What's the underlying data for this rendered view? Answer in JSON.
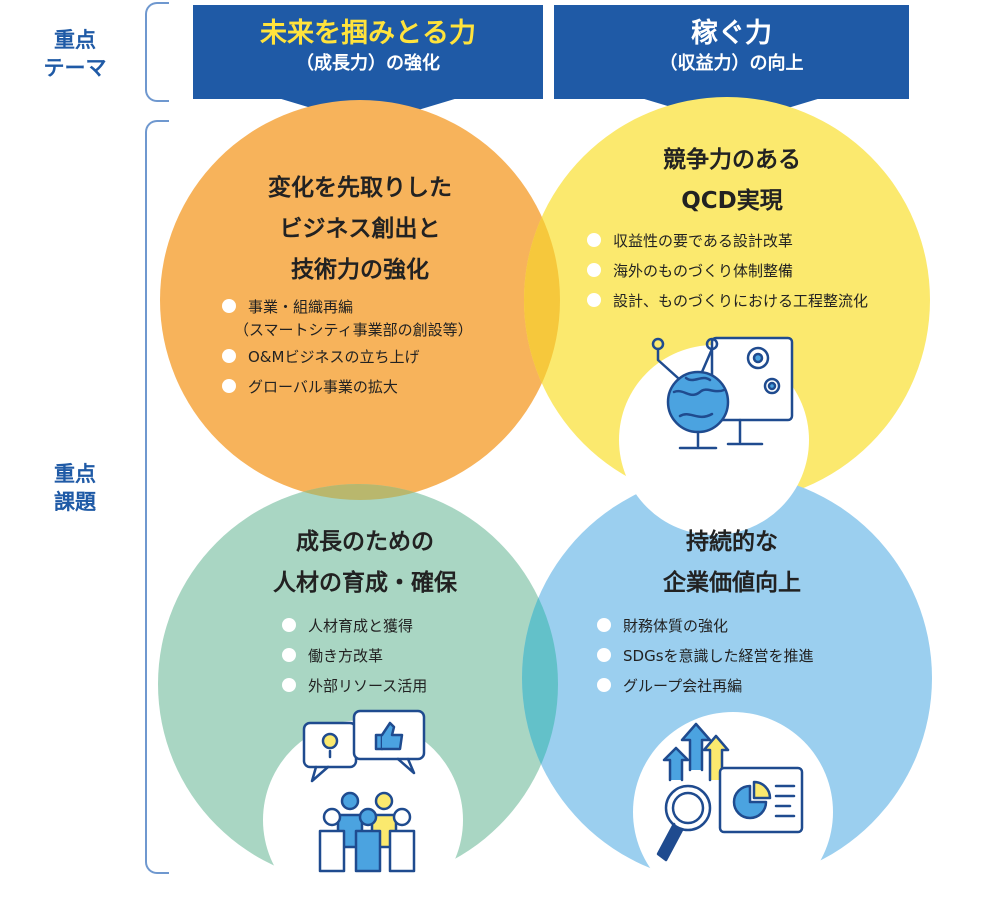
{
  "side": {
    "theme_label": "重点\nテーマ",
    "issue_label": "重点\n課題"
  },
  "banners": [
    {
      "title": "未来を掴みとる力",
      "subtitle": "（成長力）の強化",
      "title_color": "#ffe33c"
    },
    {
      "title": "稼ぐ力",
      "subtitle": "（収益力）の向上",
      "title_color": "#ffffff"
    }
  ],
  "quadrants": [
    {
      "title": [
        "変化を先取りした",
        "ビジネス創出と",
        "技術力の強化"
      ],
      "items": [
        {
          "text": "事業・組織再編",
          "sub": "（スマートシティ事業部の創設等）"
        },
        {
          "text": "O&Mビジネスの立ち上げ"
        },
        {
          "text": "グローバル事業の拡大"
        }
      ],
      "color": "#f7b35b"
    },
    {
      "title": [
        "競争力のある",
        "QCD実現"
      ],
      "items": [
        {
          "text": "収益性の要である設計改革"
        },
        {
          "text": "海外のものづくり体制整備"
        },
        {
          "text": "設計、ものづくりにおける工程整流化"
        }
      ],
      "color": "#fbe96e",
      "icon": "globe-gear-monitor-icon"
    },
    {
      "title": [
        "成長のための",
        "人材の育成・確保"
      ],
      "items": [
        {
          "text": "人材育成と獲得"
        },
        {
          "text": "働き方改革"
        },
        {
          "text": "外部リソース活用"
        }
      ],
      "color": "#a9d6c3",
      "icon": "people-ideas-icon"
    },
    {
      "title": [
        "持続的な",
        "企業価値向上"
      ],
      "items": [
        {
          "text": "財務体質の強化"
        },
        {
          "text": "SDGsを意識した経営を推進"
        },
        {
          "text": "グループ会社再編"
        }
      ],
      "color": "#9bcfef",
      "icon": "growth-analysis-icon"
    }
  ],
  "colors": {
    "blue": "#1f5aa6",
    "icon_line": "#1f4b8f",
    "icon_accent": "#4ba3e0"
  }
}
